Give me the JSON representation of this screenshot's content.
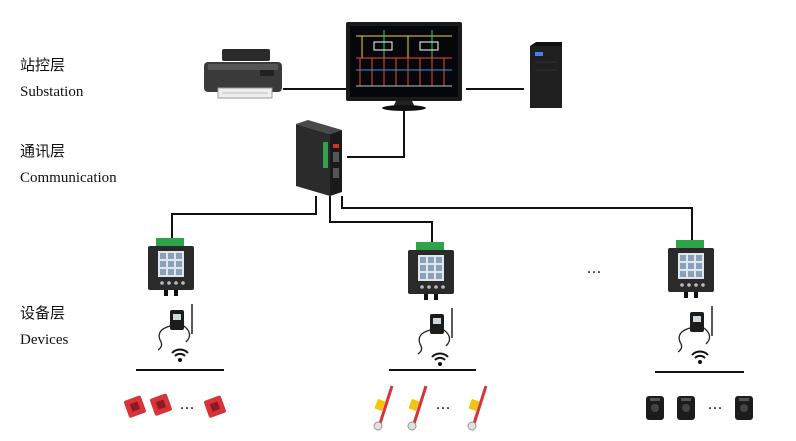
{
  "layers": {
    "substation": {
      "zh": "站控层",
      "en": "Substation"
    },
    "communication": {
      "zh": "通讯层",
      "en": "Communication"
    },
    "devices": {
      "zh": "设备层",
      "en": "Devices"
    }
  },
  "ellipsis": "...",
  "icons": {
    "printer": "printer-icon",
    "monitor": "monitor-icon",
    "server": "server-tower-icon",
    "gateway": "gateway-icon",
    "meter": "power-meter-icon",
    "collector": "wireless-collector-icon",
    "wifi": "wifi-icon",
    "sensor_red": "red-block-sensor-icon",
    "sensor_probe": "probe-sensor-icon",
    "sensor_black": "black-box-sensor-icon"
  },
  "colors": {
    "line": "#111111",
    "meter_body": "#2a2a2a",
    "meter_screen": "#dfe6ee",
    "terminal_green": "#2fa34a",
    "sensor_red": "#d8333b",
    "gateway_body": "#2b2b2b",
    "gateway_accent": "#c0392b"
  }
}
